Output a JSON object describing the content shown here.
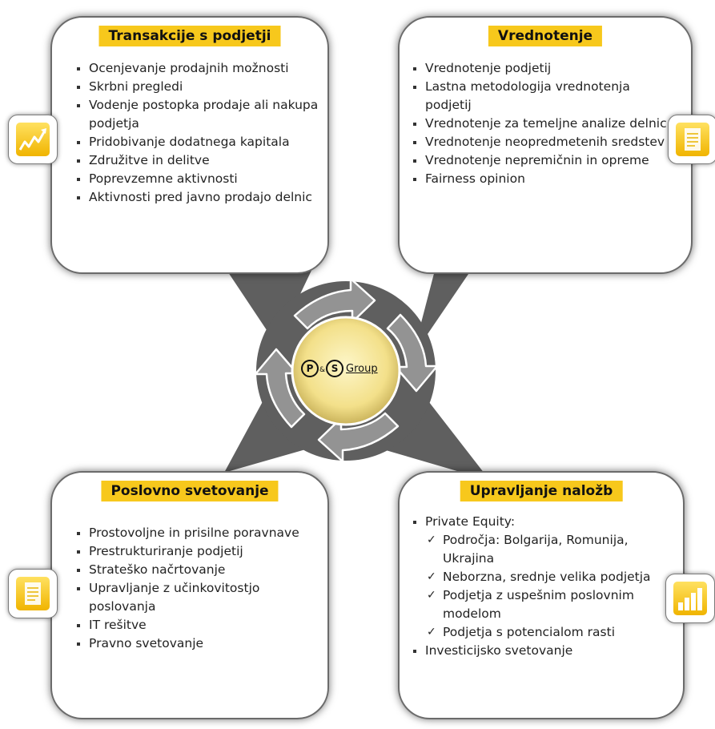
{
  "cards": {
    "transakcije": {
      "title": "Transakcije s podjetji",
      "items": [
        "Ocenjevanje prodajnih možnosti",
        "Skrbni pregledi",
        "Vodenje postopka prodaje ali nakupa podjetja",
        "Pridobivanje dodatnega kapitala",
        "Združitve in delitve",
        "Poprevzemne aktivnosti",
        "Aktivnosti pred javno prodajo delnic"
      ]
    },
    "vrednotenje": {
      "title": "Vrednotenje",
      "items": [
        "Vrednotenje podjetij",
        "Lastna metodologija vrednotenja podjetij",
        "Vrednotenje za temeljne analize delnic",
        "Vrednotenje neopredmetenih sredstev",
        "Vrednotenje nepremičnin in opreme",
        "Fairness opinion"
      ]
    },
    "poslovno": {
      "title": "Poslovno svetovanje",
      "items": [
        "Prostovoljne in prisilne poravnave",
        "Prestrukturiranje podjetij",
        "Strateško načrtovanje",
        "Upravljanje z učinkovitostjo poslovanja",
        "IT rešitve",
        "Pravno svetovanje"
      ]
    },
    "upravljanje": {
      "title": "Upravljanje naložb",
      "items": [
        "Private Equity:",
        "Področja: Bolgarija, Romunija, Ukrajina",
        "Neborzna, srednje velika podjetja",
        "Podjetja z uspešnim poslovnim modelom",
        "Podjetja s potencialom rasti",
        "Investicijsko svetovanje"
      ]
    }
  },
  "logo": {
    "p": "P",
    "amp": "&",
    "s": "S",
    "group": "Group"
  },
  "colors": {
    "accent": "#f7c81c",
    "gray": "#5f5f5f",
    "border": "#6b6b6b"
  },
  "icons": [
    "trend-chart-icon",
    "document-icon",
    "document-icon",
    "bar-chart-icon"
  ]
}
